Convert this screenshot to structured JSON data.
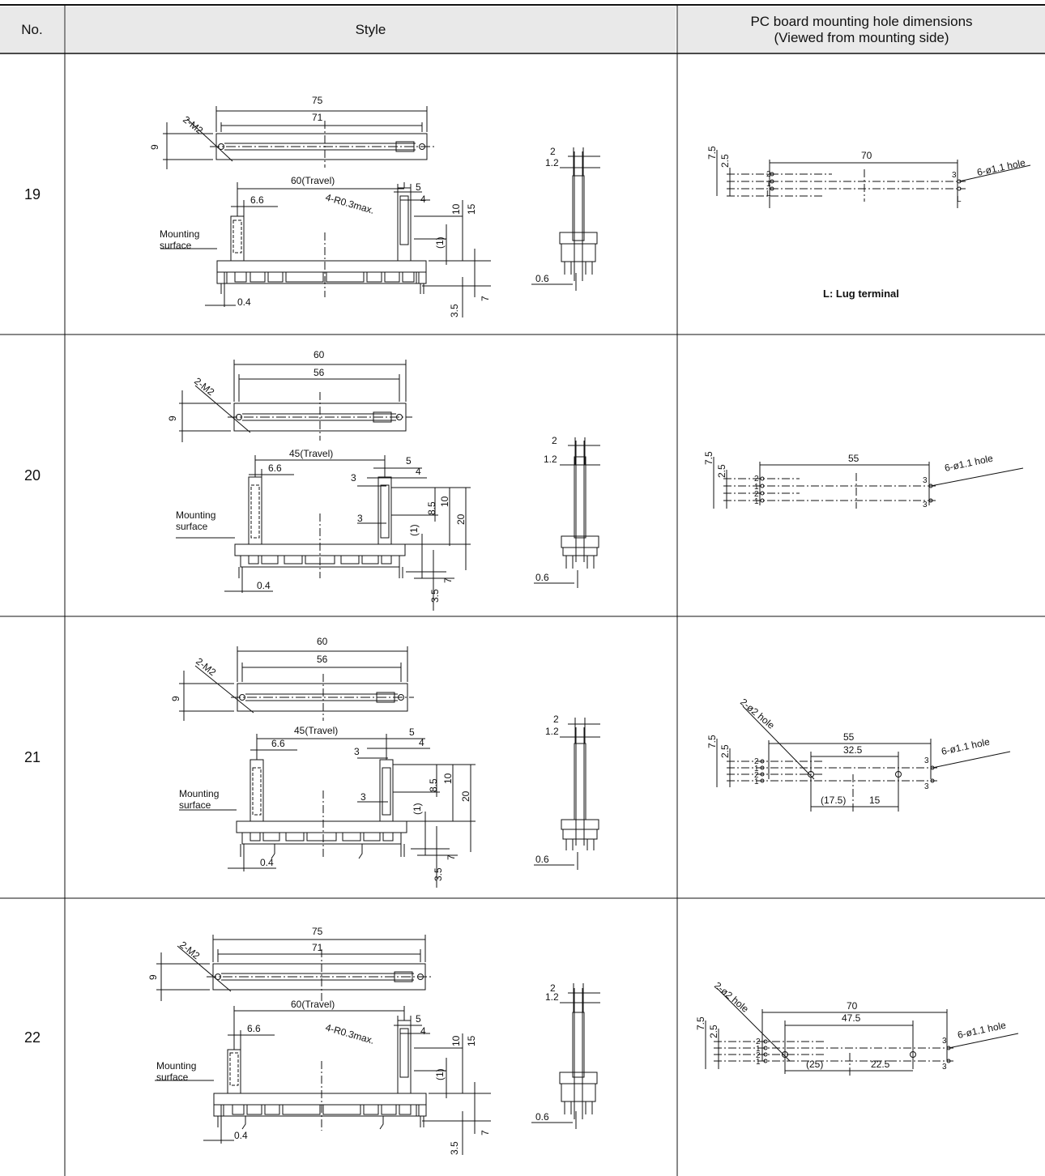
{
  "header": {
    "no_label": "No.",
    "style_label": "Style",
    "pcb_label_line1": "PC board mounting hole dimensions",
    "pcb_label_line2": "(Viewed from mounting side)"
  },
  "rows": [
    {
      "no": "19",
      "style": {
        "overall_length": "75",
        "slot_length": "71",
        "screw": "2-M2",
        "width": "9",
        "travel": "60(Travel)",
        "knob_offset": "6.6",
        "radius_note": "4-R0.3max.",
        "knob_w": "5",
        "knob_inner": "4",
        "h1": "10",
        "h2": "15",
        "h3": "(1)",
        "mounting_label_1": "Mounting",
        "mounting_label_2": "surface",
        "pin_offset": "0.4",
        "pin_len": "3.5",
        "pin_len2": "7",
        "side_w": "2",
        "side_inner": "1.2",
        "side_pin": "0.6"
      },
      "pcb": {
        "total": "70",
        "row_spacing": "7.5",
        "inner_spacing": "2.5",
        "hole_note": "6-ø1.1 hole",
        "pin_labels_left": [
          "2",
          "1",
          "L"
        ],
        "pin_labels_right": [
          "3",
          "L"
        ]
      },
      "note": "L: Lug terminal"
    },
    {
      "no": "20",
      "style": {
        "overall_length": "60",
        "slot_length": "56",
        "screw": "2-M2",
        "width": "9",
        "travel": "45(Travel)",
        "knob_offset": "6.6",
        "knob_w": "5",
        "knob_inner": "4",
        "step_a": "3",
        "step_b": "3",
        "h1": "8.5",
        "h2": "10",
        "h3": "20",
        "h4": "(1)",
        "mounting_label_1": "Mounting",
        "mounting_label_2": "surface",
        "pin_offset": "0.4",
        "pin_len": "3.5",
        "pin_len2": "7",
        "side_w": "2",
        "side_inner": "1.2",
        "side_pin": "0.6"
      },
      "pcb": {
        "total": "55",
        "row_spacing": "7.5",
        "inner_spacing": "2.5",
        "hole_note": "6-ø1.1 hole",
        "pin_labels_left": [
          "2",
          "1",
          "2",
          "1"
        ],
        "pin_labels_right": [
          "3",
          "3"
        ]
      }
    },
    {
      "no": "21",
      "style": {
        "overall_length": "60",
        "slot_length": "56",
        "screw": "2-M2",
        "width": "9",
        "travel": "45(Travel)",
        "knob_offset": "6.6",
        "knob_w": "5",
        "knob_inner": "4",
        "step_a": "3",
        "step_b": "3",
        "h1": "8.5",
        "h2": "10",
        "h3": "20",
        "h4": "(1)",
        "mounting_label_1": "Mounting",
        "mounting_label_2": "surface",
        "pin_offset": "0.4",
        "pin_len": "3.5",
        "pin_len2": "7",
        "side_w": "2",
        "side_inner": "1.2",
        "side_pin": "0.6"
      },
      "pcb": {
        "big_hole_note": "2-ø2 hole",
        "total": "55",
        "mid": "32.5",
        "row_spacing": "7.5",
        "inner_spacing": "2.5",
        "hole_note": "6-ø1.1 hole",
        "bottom_left": "(17.5)",
        "bottom_right": "15",
        "pin_labels_left": [
          "2",
          "1",
          "2",
          "1"
        ],
        "pin_labels_right": [
          "3",
          "3"
        ]
      }
    },
    {
      "no": "22",
      "style": {
        "overall_length": "75",
        "slot_length": "71",
        "screw": "2-M2",
        "width": "9",
        "travel": "60(Travel)",
        "knob_offset": "6.6",
        "radius_note": "4-R0.3max.",
        "knob_w": "5",
        "knob_inner": "4",
        "h1": "10",
        "h2": "15",
        "h3": "(1)",
        "mounting_label_1": "Mounting",
        "mounting_label_2": "surface",
        "pin_offset": "0.4",
        "pin_len": "3.5",
        "pin_len2": "7",
        "side_w": "2",
        "side_inner": "1.2",
        "side_pin": "0.6"
      },
      "pcb": {
        "big_hole_note": "2-ø2 hole",
        "total": "70",
        "mid": "47.5",
        "row_spacing": "7.5",
        "inner_spacing": "2.5",
        "hole_note": "6-ø1.1 hole",
        "bottom_left": "(25)",
        "bottom_right": "22.5",
        "pin_labels_left": [
          "2",
          "1",
          "2",
          "1"
        ],
        "pin_labels_right": [
          "3",
          "3"
        ]
      }
    }
  ]
}
